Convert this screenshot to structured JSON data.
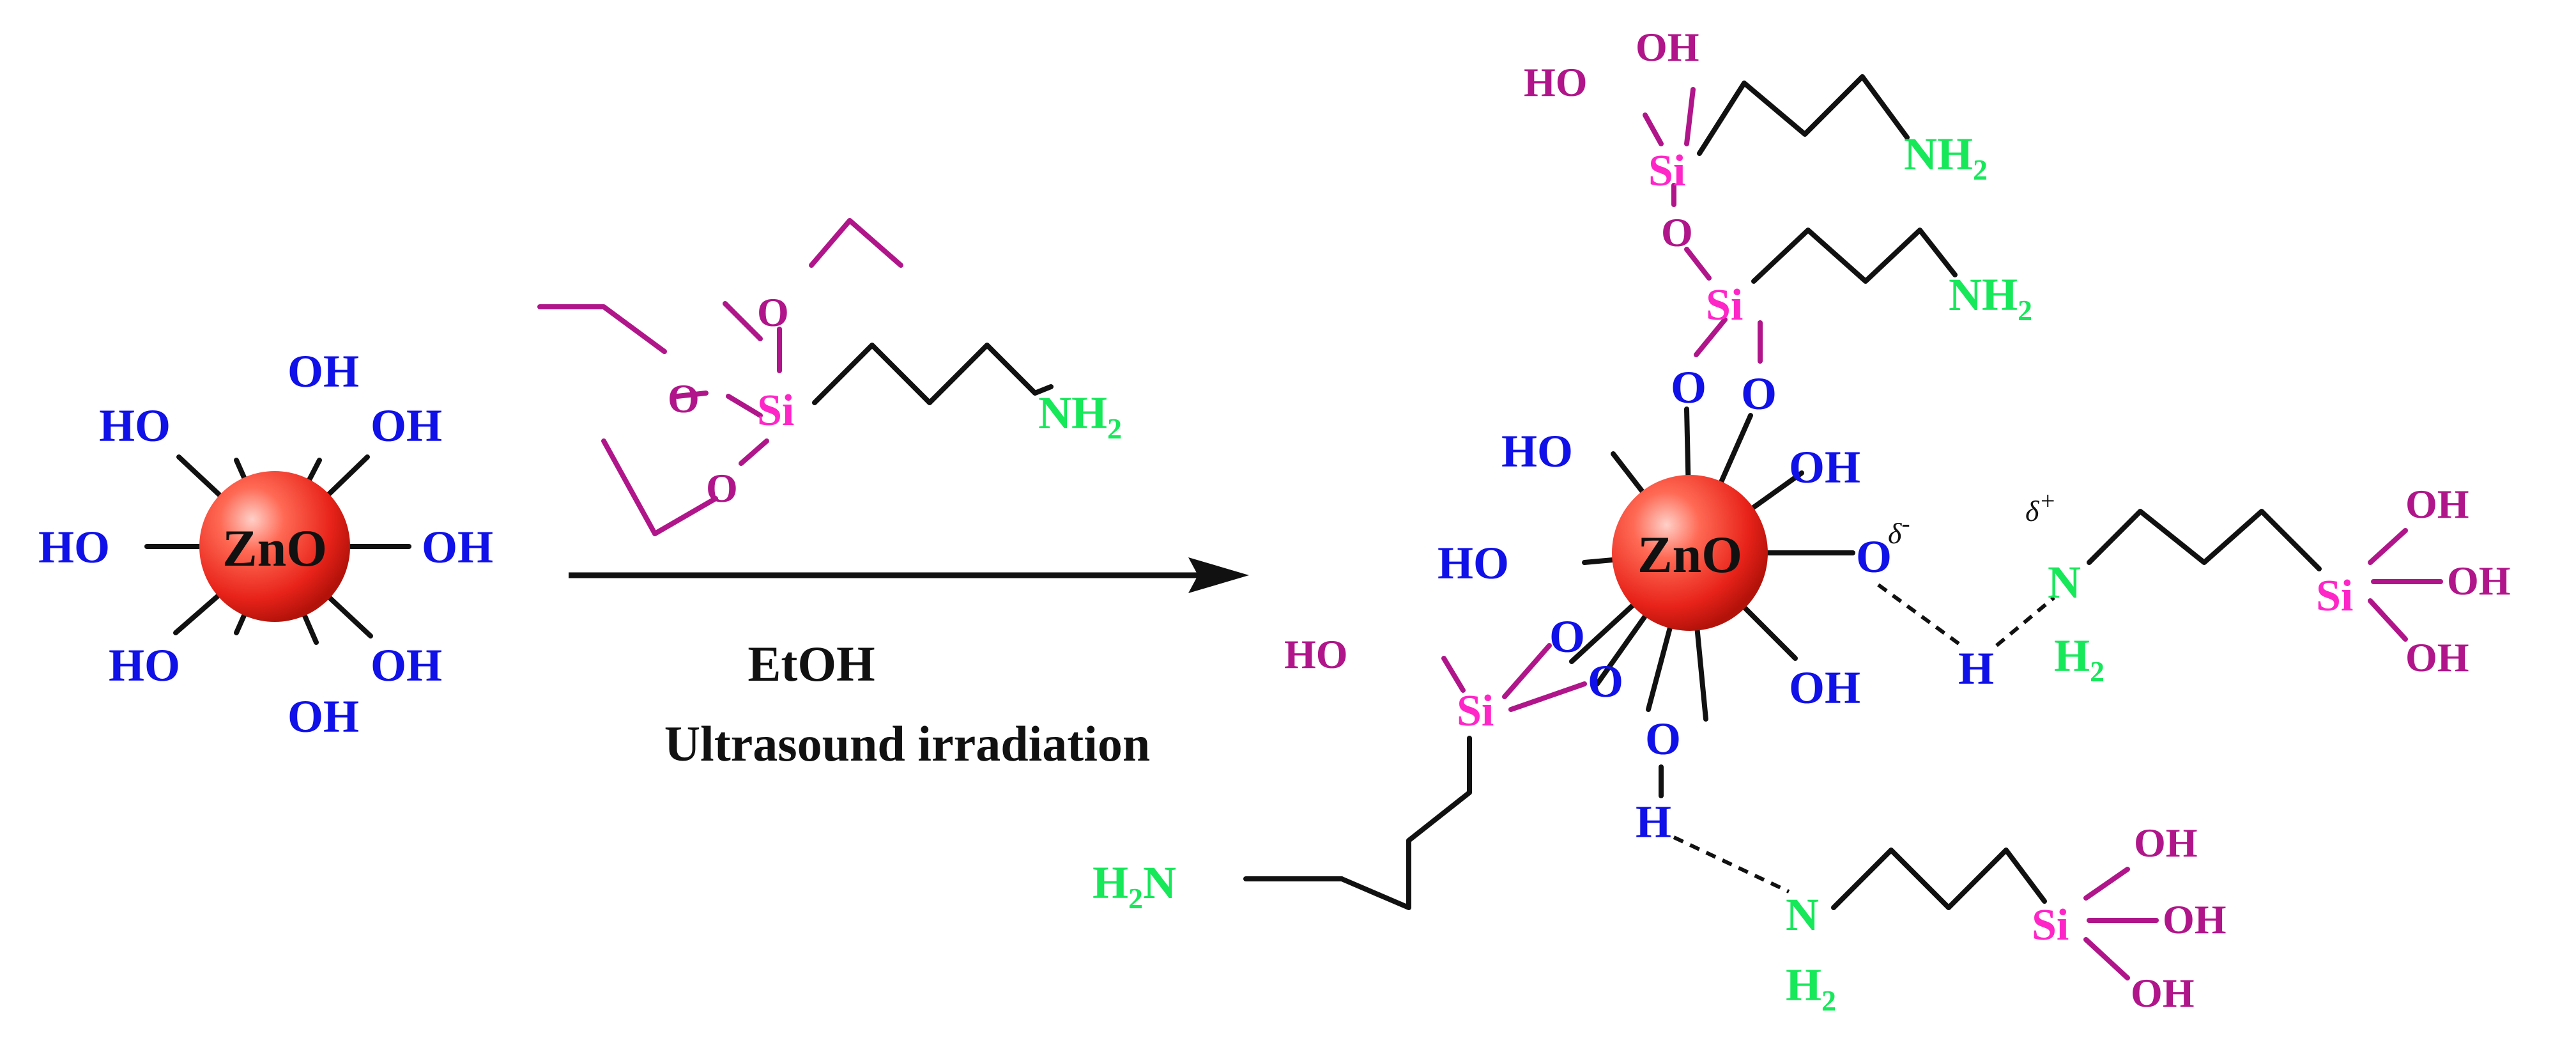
{
  "diagram": {
    "core_label": "ZnO",
    "hydroxyl": "OH",
    "hydroxyl_left": "HO",
    "silicon": "Si",
    "oxygen": "O",
    "hydrogen": "H",
    "amine": "NH",
    "amine_left": "H",
    "nitrogen": "N",
    "sub_2": "2",
    "delta_minus": "δ",
    "delta_plus": "δ",
    "minus": "-",
    "plus": "+",
    "conditions": {
      "solvent": "EtOH",
      "method": "Ultrasound irradiation"
    },
    "colors": {
      "hydroxyl_blue": "#1010e8",
      "silicon_pink": "#ff26c8",
      "silane_oh_magenta": "#b0158a",
      "amine_green": "#16e85a",
      "sphere_red": "#e8231a"
    }
  }
}
